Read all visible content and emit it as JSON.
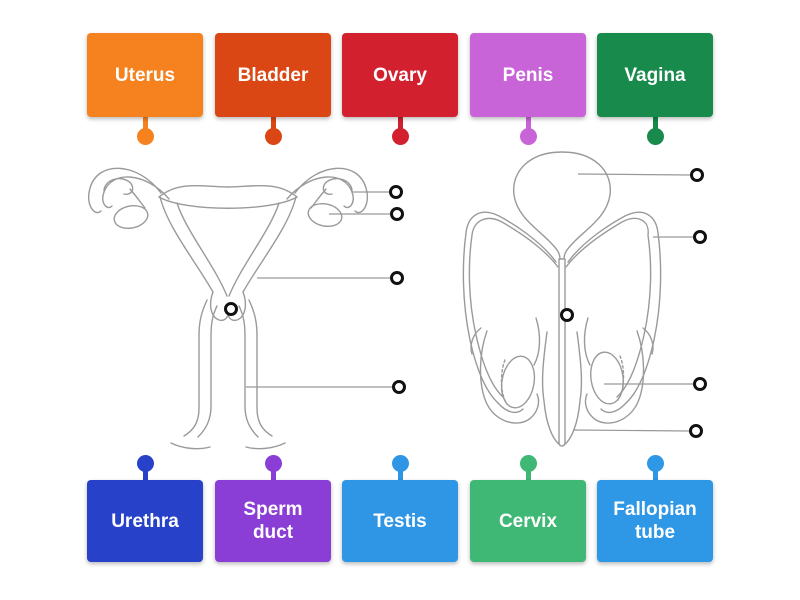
{
  "activity": {
    "type": "labelled-diagram",
    "diagram_left": "female-reproductive-system",
    "diagram_right": "male-reproductive-system",
    "target_count": 10
  },
  "labels": {
    "top": [
      {
        "text": "Uterus",
        "color": "#f5821f"
      },
      {
        "text": "Bladder",
        "color": "#db4714"
      },
      {
        "text": "Ovary",
        "color": "#d2202f"
      },
      {
        "text": "Penis",
        "color": "#c963d8"
      },
      {
        "text": "Vagina",
        "color": "#178a4c"
      }
    ],
    "bottom": [
      {
        "text": "Urethra",
        "color": "#2742c8"
      },
      {
        "text": "Sperm duct",
        "color": "#8b3ed6"
      },
      {
        "text": "Testis",
        "color": "#2e96e5"
      },
      {
        "text": "Cervix",
        "color": "#3eb874"
      },
      {
        "text": "Fallopian tube",
        "color": "#2e97e6"
      }
    ]
  },
  "colors": {
    "background": "#ffffff",
    "label_text": "#ffffff",
    "target_ring": "#111111",
    "diagram_line": "#9a9a9a",
    "leader_line": "#999999"
  }
}
